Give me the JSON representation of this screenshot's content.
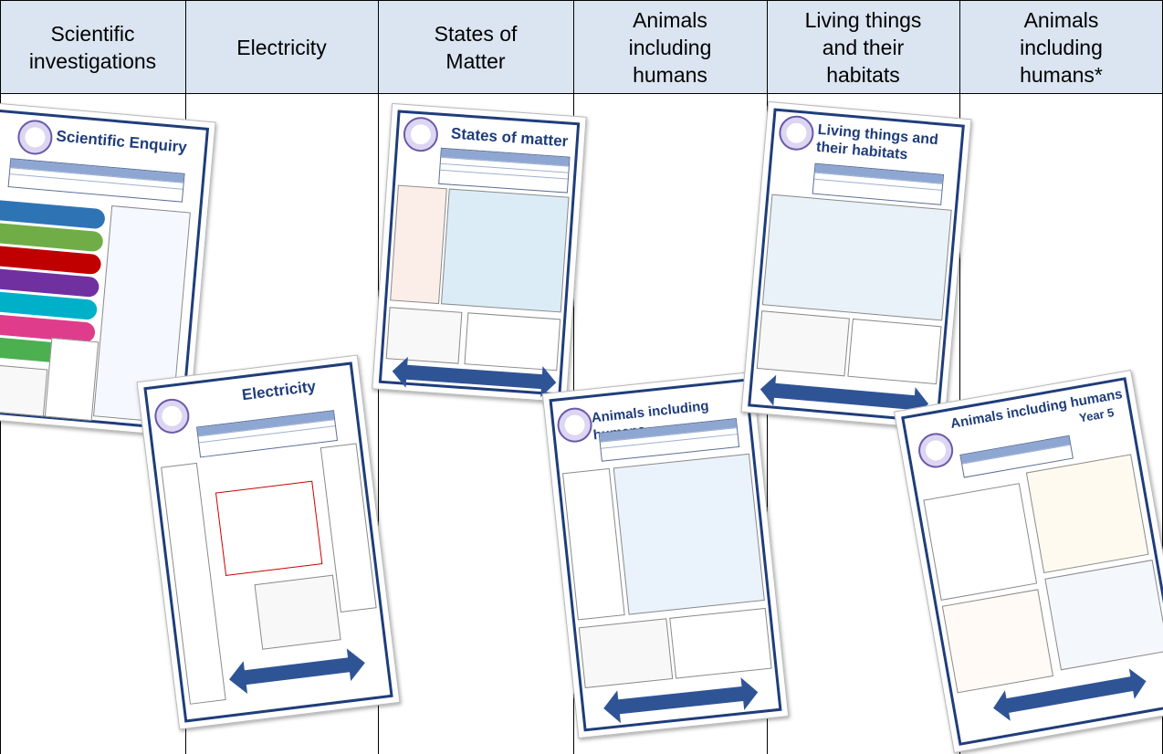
{
  "table": {
    "headers": [
      "Scientific\ninvestigations",
      "Electricity",
      "States of\nMatter",
      "Animals\nincluding\nhumans",
      "Living things\nand their\nhabitats",
      "Animals\nincluding\nhumans*"
    ]
  },
  "posters": {
    "scientific": {
      "title": "Scientific Enquiry"
    },
    "electricity": {
      "title": "Electricity"
    },
    "states": {
      "title": "States of matter"
    },
    "animals": {
      "title": "Animals including humans"
    },
    "living": {
      "title": "Living things and their habitats"
    },
    "animals5": {
      "title": "Animals including humans",
      "subtitle": "Year 5"
    }
  },
  "colors": {
    "header_bg": "#dbe5f1",
    "poster_navy": "#1f3d7a",
    "arrow_blue": "#2f5496"
  }
}
